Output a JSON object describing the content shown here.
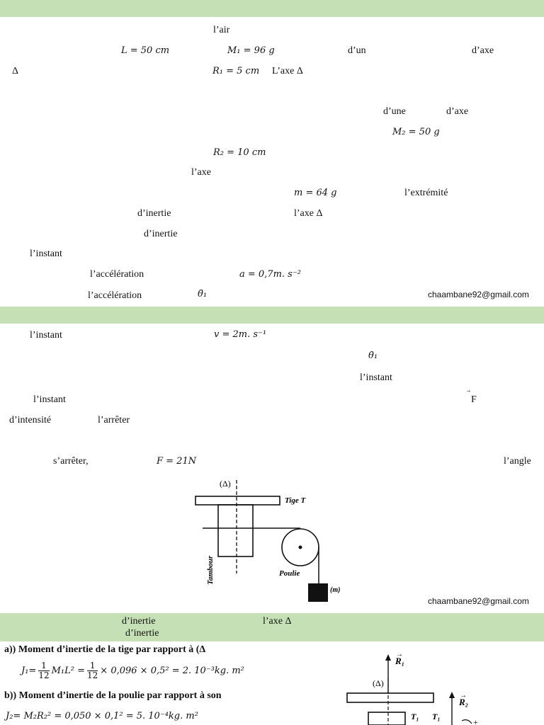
{
  "page1": {
    "w_air": "l’air",
    "L": "L =  50 cm",
    "M1": "M₁ =  96 g",
    "w_dun": "d’un",
    "w_daxe1": "d’axe",
    "delta1": "Δ",
    "R1": "R₁ =  5 cm",
    "w_laxe1": "L’axe  Δ",
    "w_dune": "d’une",
    "w_daxe2": "d’axe",
    "M2": "M₂ = 50 g",
    "R2": "R₂ = 10 cm",
    "w_laxe2": "l’axe",
    "m": "m  = 64 g",
    "w_extremite": "l’extrémité",
    "w_dinertie1": "d’inertie",
    "w_laxe3": "l’axe  Δ",
    "w_dinertie2": "d’inertie",
    "w_instant1": "l’instant",
    "w_acc1": "l’accélération",
    "a": "a = 0,7m. s⁻²",
    "w_acc2": "l’accélération",
    "theta_dd": "θ̈₁",
    "email": "chaambane92@gmail.com"
  },
  "page2": {
    "w_instant2": "l’instant",
    "v": "v = 2m. s⁻¹",
    "theta_d": "θ̇₁",
    "w_instant3": "l’instant",
    "w_instant4": "l’instant",
    "F_vec": "F",
    "w_dintensite": "d’intensité",
    "w_larreter": "l’arrêter",
    "w_sarreter": "s’arrêter,",
    "F_val": "F = 21N",
    "w_angle": "l’angle",
    "email": "chaambane92@gmail.com"
  },
  "figure": {
    "axis_label": "(Δ)",
    "tige_label": "Tige T",
    "tambour_label": "Tambour",
    "poulie_label": "Poulie",
    "mass_label": "(m)"
  },
  "page3": {
    "header_line1_a": "d’inertie",
    "header_line1_b": "l’axe  Δ",
    "header_line2": "d’inertie",
    "a_heading": "a)) Moment d’inertie de la tige par rapport à (Δ",
    "j1_lhs": "J₁=",
    "j1_frac1_num": "1",
    "j1_frac1_den": "12",
    "j1_mid": "M₁L² =",
    "j1_frac2_num": "1",
    "j1_frac2_den": "12",
    "j1_rhs": "× 0,096 × 0,5² = 2. 10⁻³kg. m²",
    "b_heading": "b)) Moment d’inertie de la poulie par rapport à son",
    "j2": "J₂= M₂R₂² = 0,050 × 0,1² = 5. 10⁻⁴kg. m²",
    "fig_R1": "R₁",
    "fig_delta": "(Δ)",
    "fig_R2": "R₂",
    "fig_T1": "T₁",
    "fig_T1b": "T₁",
    "fig_plus": "+"
  }
}
